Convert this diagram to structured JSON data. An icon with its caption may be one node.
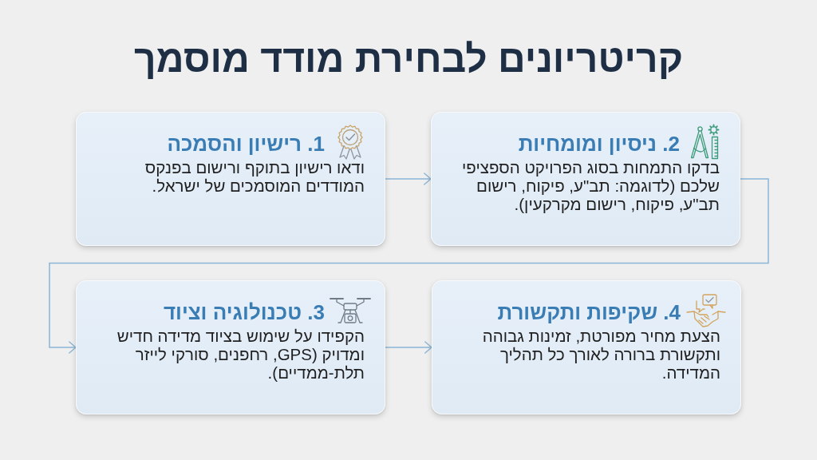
{
  "diagram": {
    "title": "קריטריונים לבחירת מודד מוסמך",
    "nodes": [
      {
        "text": [
          "1. רישיון והסמכה",
          "ודאו רישיון בתוקף ורישום בפנקס המודדים המוסמכים של ישראל."
        ]
      },
      {
        "text": [
          "2. ניסיון ומומחיות",
          "בדקו התמחות בסוג הפרויקט הספציפי שלכם (לדוגמה: תב\"ע, פיקוח, רישום תב\"ע, פיקוח, רישום מקרקעין)."
        ]
      },
      {
        "text": [
          "3. טכנולוגיה וציוד",
          "הקפידו על שימוש בציוד מדידה חדיש ומדויק (GPS, רחפנים, סורקי לייזר תלת-ממדיים)."
        ]
      },
      {
        "text": [
          "4. שקיפות ותקשורת",
          "הצעת מחיר מפורטת, זמינות גבוהה ותקשורת ברורה לאורך כל תהליך המדידה."
        ]
      }
    ],
    "edges": [
      {
        "from": 0,
        "to": 1,
        "arrow": "to"
      },
      {
        "from": 1,
        "to": 2,
        "arrow": "to"
      },
      {
        "from": 2,
        "to": 3,
        "arrow": "to"
      }
    ]
  }
}
